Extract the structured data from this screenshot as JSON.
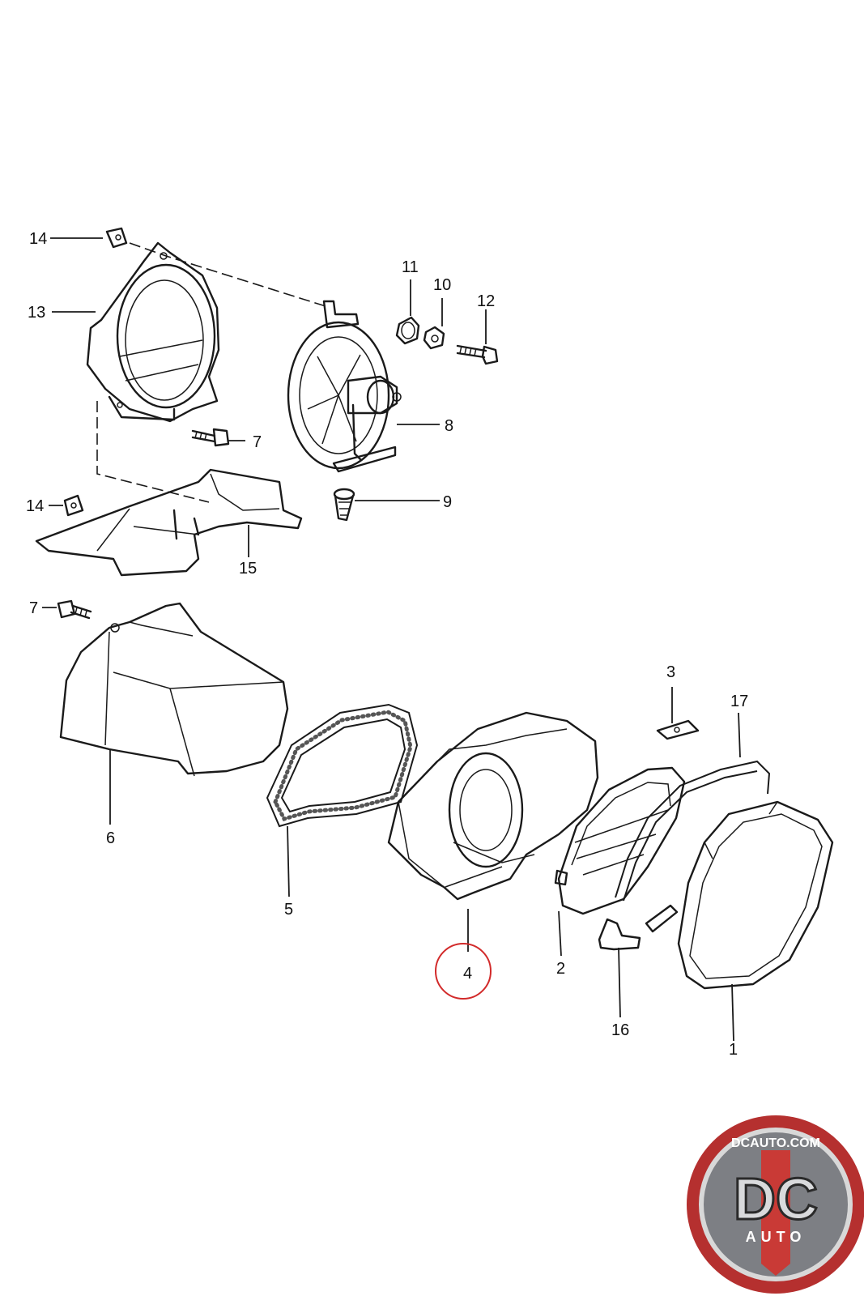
{
  "diagram": {
    "highlighted_part": "4",
    "callouts": [
      {
        "id": "c14a",
        "label": "14"
      },
      {
        "id": "c13",
        "label": "13"
      },
      {
        "id": "c11",
        "label": "11"
      },
      {
        "id": "c10",
        "label": "10"
      },
      {
        "id": "c12",
        "label": "12"
      },
      {
        "id": "c7a",
        "label": "7"
      },
      {
        "id": "c8",
        "label": "8"
      },
      {
        "id": "c14b",
        "label": "14"
      },
      {
        "id": "c9",
        "label": "9"
      },
      {
        "id": "c15",
        "label": "15"
      },
      {
        "id": "c7b",
        "label": "7"
      },
      {
        "id": "c6",
        "label": "6"
      },
      {
        "id": "c5",
        "label": "5"
      },
      {
        "id": "c4",
        "label": "4"
      },
      {
        "id": "c2",
        "label": "2"
      },
      {
        "id": "c3",
        "label": "3"
      },
      {
        "id": "c17",
        "label": "17"
      },
      {
        "id": "c16",
        "label": "16"
      },
      {
        "id": "c1",
        "label": "1"
      }
    ]
  },
  "logo": {
    "site_text": "DCAUTO.COM",
    "monogram": "DC",
    "sub_text": "AUTO",
    "colors": {
      "outer": "#b5302f",
      "inner_bg": "#7d7f84",
      "ring": "#d8d8d8"
    }
  }
}
